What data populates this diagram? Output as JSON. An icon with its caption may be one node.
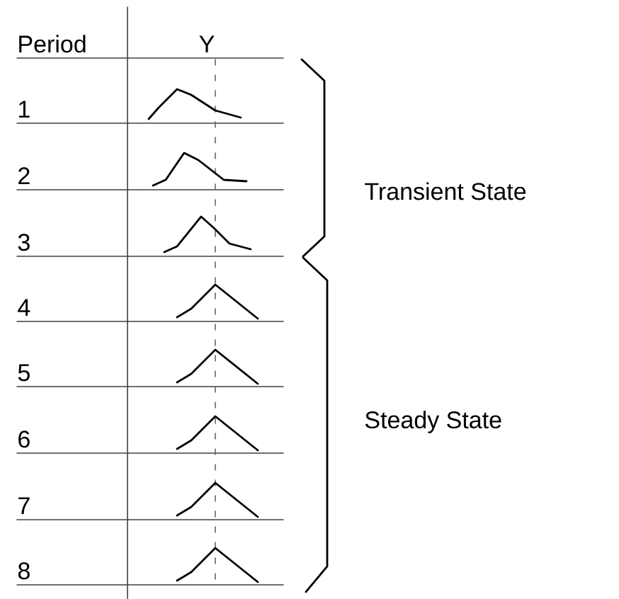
{
  "diagram": {
    "labels": [
      "Period",
      "Y",
      "1",
      "2",
      "3",
      "4",
      "5",
      "6",
      "7",
      "8",
      "Transient State",
      "Steady State"
    ]
  }
}
